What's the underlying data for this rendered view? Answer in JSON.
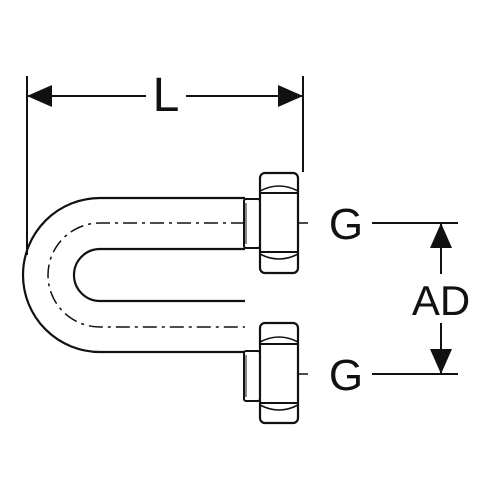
{
  "diagram": {
    "dimension_length_label": "L",
    "thread_top_label": "G",
    "thread_bottom_label": "G",
    "center_distance_label": "AD"
  },
  "colors": {
    "line": "#111111",
    "background": "#ffffff"
  }
}
